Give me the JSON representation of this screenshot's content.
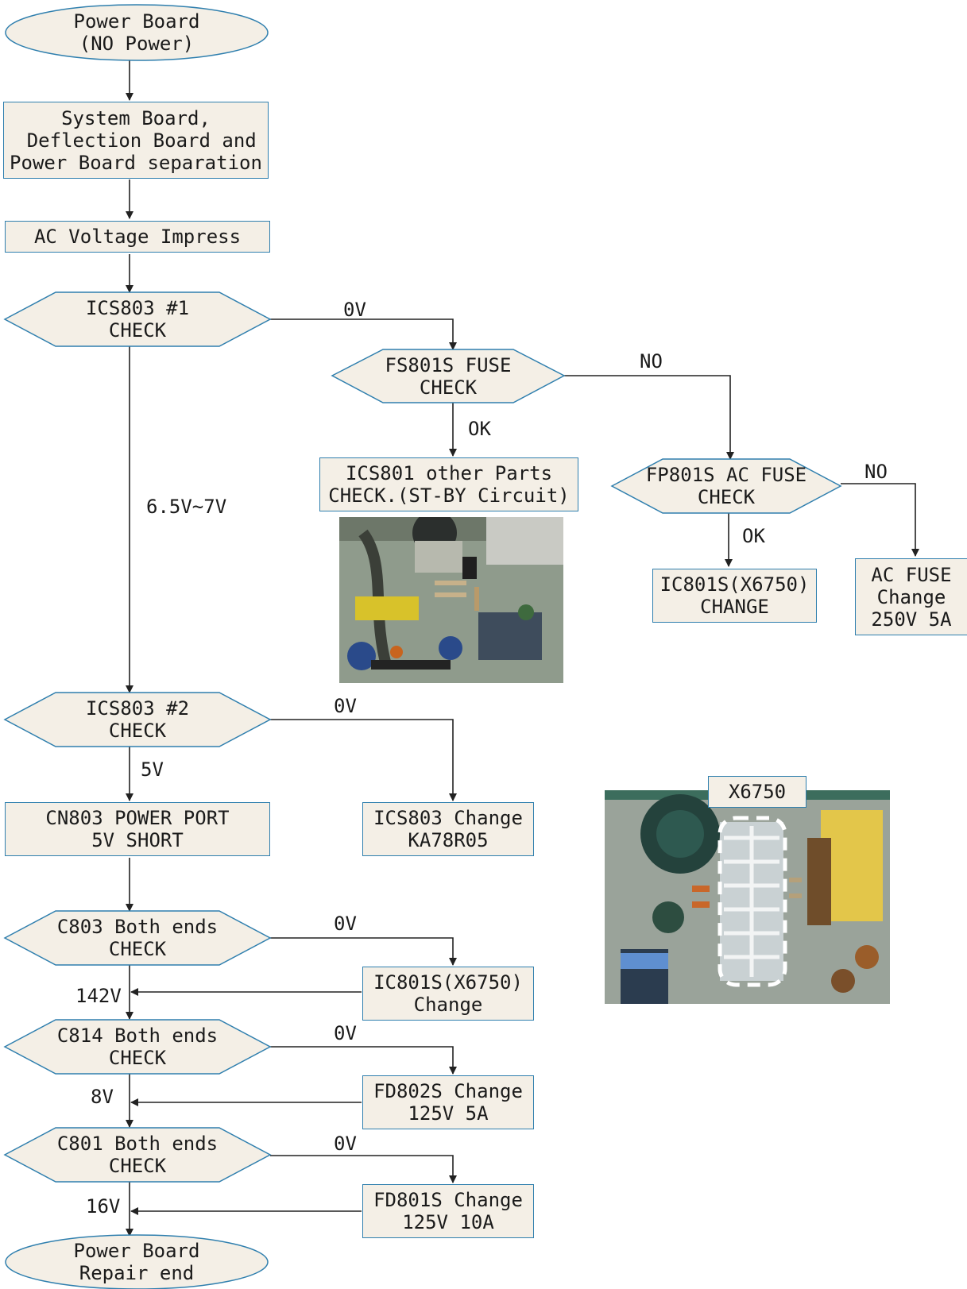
{
  "colors": {
    "node_fill": "#f4efe6",
    "node_border": "#2f7fae",
    "line": "#222222"
  },
  "nodes": {
    "start": [
      "Power Board",
      "(NO Power)"
    ],
    "separation": [
      "System Board,",
      " Deflection Board and",
      "Power Board separation"
    ],
    "ac_impress": [
      "AC Voltage Impress"
    ],
    "ics803_1": [
      "ICS803 #1",
      "CHECK"
    ],
    "fs801s": [
      "FS801S FUSE",
      "CHECK"
    ],
    "ics801_other": [
      "ICS801 other Parts",
      "CHECK.(ST-BY Circuit)"
    ],
    "fp801s": [
      "FP801S AC FUSE",
      "CHECK"
    ],
    "ic801s_change_1": [
      "IC801S(X6750)",
      "CHANGE"
    ],
    "ac_fuse_change": [
      "AC FUSE",
      "Change",
      "250V 5A"
    ],
    "ics803_2": [
      "ICS803 #2",
      "CHECK"
    ],
    "cn803": [
      "CN803 POWER PORT",
      "5V SHORT"
    ],
    "ics803_change": [
      "ICS803 Change",
      "KA78R05"
    ],
    "c803": [
      "C803 Both ends",
      "CHECK"
    ],
    "ic801s_change_2": [
      "IC801S(X6750)",
      "Change"
    ],
    "c814": [
      "C814 Both ends",
      "CHECK"
    ],
    "fd802s": [
      "FD802S Change",
      "125V 5A"
    ],
    "c801": [
      "C801 Both ends",
      "CHECK"
    ],
    "fd801s": [
      "FD801S Change",
      "125V 10A"
    ],
    "end": [
      "Power Board",
      "Repair end"
    ]
  },
  "edge_labels": {
    "ics803_1_0v": "0V",
    "fs801s_no": "NO",
    "fs801s_ok": "OK",
    "fp801s_no": "NO",
    "fp801s_ok": "OK",
    "ics803_1_range": "6.5V~7V",
    "ics803_2_0v": "0V",
    "ics803_2_5v": "5V",
    "c803_0v": "0V",
    "c803_142v": "142V",
    "c814_0v": "0V",
    "c814_8v": "8V",
    "c801_0v": "0V",
    "c801_16v": "16V"
  },
  "photos": {
    "standby_circuit": {
      "label": ""
    },
    "x6750_board": {
      "label": "X6750"
    }
  }
}
